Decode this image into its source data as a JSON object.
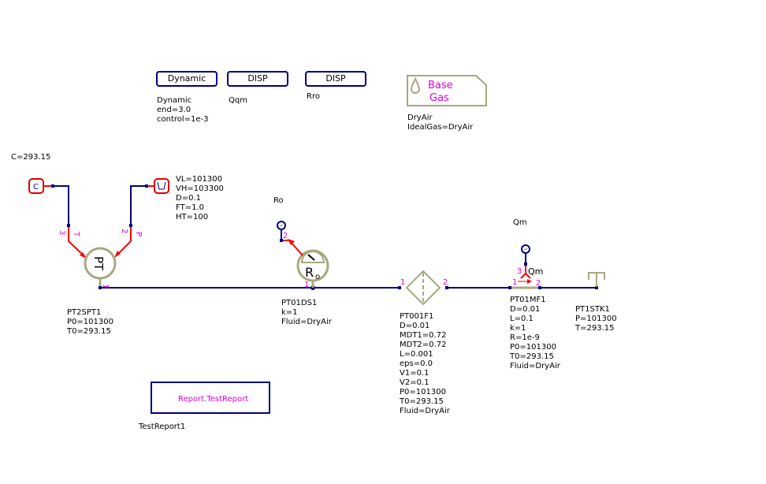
{
  "buttons": {
    "dynamic": "Dynamic",
    "disp1": "DISP",
    "disp2": "DISP"
  },
  "labels": {
    "dynamic_params": "Dynamic\nend=3.0\ncontrol=1e-3",
    "qqm": "Qqm",
    "rro": "Rro",
    "basegas_title": "Base\nGas",
    "basegas_params": "DryAir\nIdealGas=DryAir",
    "const_value": "C=293.15",
    "const_glyph": "C",
    "ramp_params": "VL=101300\nVH=103300\nD=0.1\nFT=1.0\nHT=100",
    "pt_glyph": "PT",
    "pt2spt1": "PT2SPT1\nP0=101300\nT0=293.15",
    "ro": "Ro",
    "ds_glyph": "R",
    "ds_sub": "o",
    "pt01ds1": "PT01DS1\nk=1\nFluid=DryAir",
    "pt001f1": "PT001F1\nD=0.01\nMDT1=0.72\nMDT2=0.72\nL=0.001\neps=0.0\nV1=0.1\nV2=0.1\nP0=101300\nT0=293.15\nFluid=DryAir",
    "qm": "Qm",
    "qm_port": "Qm",
    "pt01mf1": "PT01MF1\nD=0.01\nL=0.1\nk=1\nR=1e-9\nP0=101300\nT0=293.15\nFluid=DryAir",
    "pt1stk1": "PT1STK1\nP=101300\nT=293.15",
    "report": "Report.TestReport",
    "testreport1": "TestReport1"
  },
  "ports": {
    "t_num": "3",
    "t_name": "T",
    "p_num": "2",
    "p_name": "P",
    "pt_out": "1",
    "ds_in": "1",
    "ds_out": "2",
    "f_in": "1",
    "f_out": "2",
    "mf_in": "1",
    "mf_out": "2",
    "mf_meas": "3"
  },
  "colors": {
    "wire": "#000080",
    "signal": "#ff0000",
    "component": "#a8a880",
    "port_label": "#e000e0"
  }
}
